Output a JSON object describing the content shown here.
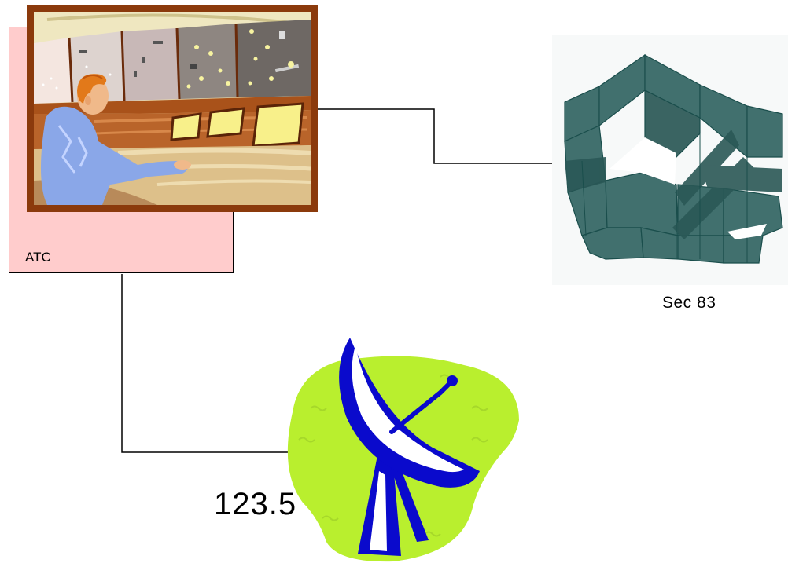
{
  "atc": {
    "label": "ATC"
  },
  "sector": {
    "label": "Sec 83"
  },
  "radio": {
    "frequency": "123.5"
  },
  "colors": {
    "atc_box": "#ffcccc",
    "sector_fill": "#41706e",
    "dish_blue": "#0a0acc",
    "blob_green": "#b9ef2e",
    "frame_brown": "#8b3a0c"
  },
  "icons": [
    "controller-clipart-icon",
    "sector-3d-volume-icon",
    "satellite-dish-icon"
  ]
}
